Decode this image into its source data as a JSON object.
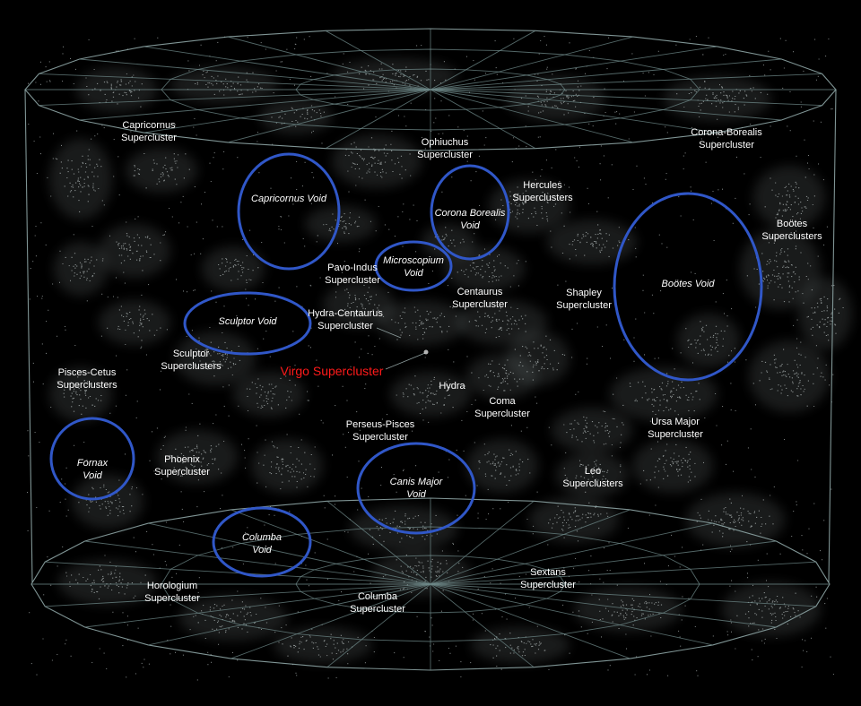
{
  "voids": [
    {
      "id": "capricornus",
      "lines": [
        "Capricornus Void"
      ]
    },
    {
      "id": "corona-borealis",
      "lines": [
        "Corona Borealis",
        "Void"
      ]
    },
    {
      "id": "microscopium",
      "lines": [
        "Microscopium",
        "Void"
      ]
    },
    {
      "id": "bootes",
      "lines": [
        "Boötes Void"
      ]
    },
    {
      "id": "sculptor",
      "lines": [
        "Sculptor Void"
      ]
    },
    {
      "id": "fornax",
      "lines": [
        "Fornax",
        "Void"
      ]
    },
    {
      "id": "canis-major",
      "lines": [
        "Canis Major",
        "Void"
      ]
    },
    {
      "id": "columba",
      "lines": [
        "Columba",
        "Void"
      ]
    }
  ],
  "superclusters": [
    {
      "id": "capricornus",
      "lines": [
        "Capricornus",
        "Supercluster"
      ]
    },
    {
      "id": "ophiuchus",
      "lines": [
        "Ophiuchus",
        "Supercluster"
      ]
    },
    {
      "id": "corona-borealis",
      "lines": [
        "Corona-Borealis",
        "Supercluster"
      ]
    },
    {
      "id": "hercules",
      "lines": [
        "Hercules",
        "Superclusters"
      ]
    },
    {
      "id": "bootes",
      "lines": [
        "Boötes",
        "Superclusters"
      ]
    },
    {
      "id": "pavo-indus",
      "lines": [
        "Pavo-Indus",
        "Supercluster"
      ]
    },
    {
      "id": "centaurus",
      "lines": [
        "Centaurus",
        "Supercluster"
      ]
    },
    {
      "id": "shapley",
      "lines": [
        "Shapley",
        "Supercluster"
      ]
    },
    {
      "id": "hydra-centaurus",
      "lines": [
        "Hydra-Centaurus",
        "Supercluster"
      ]
    },
    {
      "id": "sculptor",
      "lines": [
        "Sculptor",
        "Superclusters"
      ]
    },
    {
      "id": "pisces-cetus",
      "lines": [
        "Pisces-Cetus",
        "Superclusters"
      ]
    },
    {
      "id": "hydra",
      "lines": [
        "Hydra"
      ]
    },
    {
      "id": "coma",
      "lines": [
        "Coma",
        "Supercluster"
      ]
    },
    {
      "id": "perseus-pisces",
      "lines": [
        "Perseus-Pisces",
        "Supercluster"
      ]
    },
    {
      "id": "ursa-major",
      "lines": [
        "Ursa Major",
        "Supercluster"
      ]
    },
    {
      "id": "phoenix",
      "lines": [
        "Phoenix",
        "Supercluster"
      ]
    },
    {
      "id": "leo",
      "lines": [
        "Leo",
        "Superclusters"
      ]
    },
    {
      "id": "horologium",
      "lines": [
        "Horologium",
        "Supercluster"
      ]
    },
    {
      "id": "columba",
      "lines": [
        "Columba",
        "Supercluster"
      ]
    },
    {
      "id": "sextans",
      "lines": [
        "Sextans",
        "Supercluster"
      ]
    }
  ],
  "highlight": {
    "label": "Virgo Supercluster",
    "color": "#ff1a1a"
  },
  "colors": {
    "background": "#000000",
    "void_outline": "#3057c8",
    "wireframe": "#6f8a8a",
    "galaxies": "#cfd8d8"
  }
}
